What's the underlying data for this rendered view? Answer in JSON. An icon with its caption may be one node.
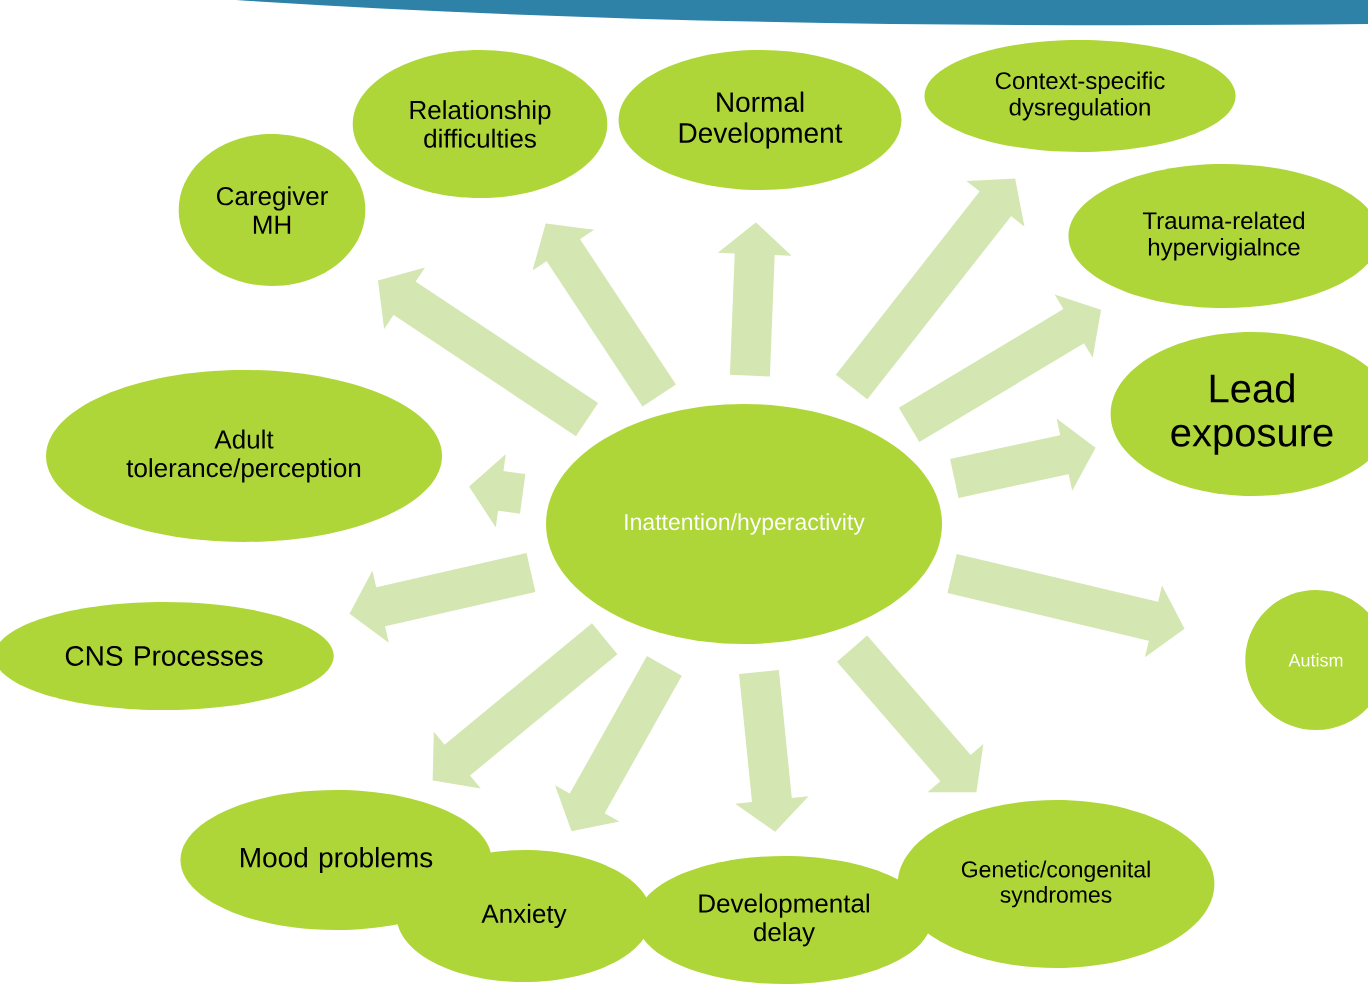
{
  "diagram": {
    "nodes": [
      {
        "text": [
          "Inattention/hyperactivity"
        ]
      },
      {
        "text": [
          "Caregiver MH"
        ]
      },
      {
        "text": [
          "Relationship difficulties"
        ]
      },
      {
        "text": [
          "Normal Development"
        ]
      },
      {
        "text": [
          "Context-specific dysregulation"
        ]
      },
      {
        "text": [
          "Trauma-related hypervigialnce"
        ]
      },
      {
        "text": [
          "Lead exposure"
        ]
      },
      {
        "text": [
          "Autism"
        ]
      },
      {
        "text": [
          "Genetic/congenital syndromes"
        ]
      },
      {
        "text": [
          "Developmental delay"
        ]
      },
      {
        "text": [
          "Anxiety"
        ]
      },
      {
        "text": [
          "Mood problems"
        ]
      },
      {
        "text": [
          "CNS Processes"
        ]
      },
      {
        "text": [
          "Adult tolerance/perception"
        ]
      }
    ],
    "edges": [
      {
        "from": 0,
        "to": 1,
        "arrow": "to"
      },
      {
        "from": 0,
        "to": 2,
        "arrow": "to"
      },
      {
        "from": 0,
        "to": 3,
        "arrow": "to"
      },
      {
        "from": 0,
        "to": 4,
        "arrow": "to"
      },
      {
        "from": 0,
        "to": 5,
        "arrow": "to"
      },
      {
        "from": 0,
        "to": 6,
        "arrow": "to"
      },
      {
        "from": 0,
        "to": 7,
        "arrow": "to"
      },
      {
        "from": 0,
        "to": 8,
        "arrow": "to"
      },
      {
        "from": 0,
        "to": 9,
        "arrow": "to"
      },
      {
        "from": 0,
        "to": 10,
        "arrow": "to"
      },
      {
        "from": 0,
        "to": 11,
        "arrow": "to"
      },
      {
        "from": 0,
        "to": 12,
        "arrow": "to"
      },
      {
        "from": 0,
        "to": 13,
        "arrow": "to"
      }
    ]
  }
}
